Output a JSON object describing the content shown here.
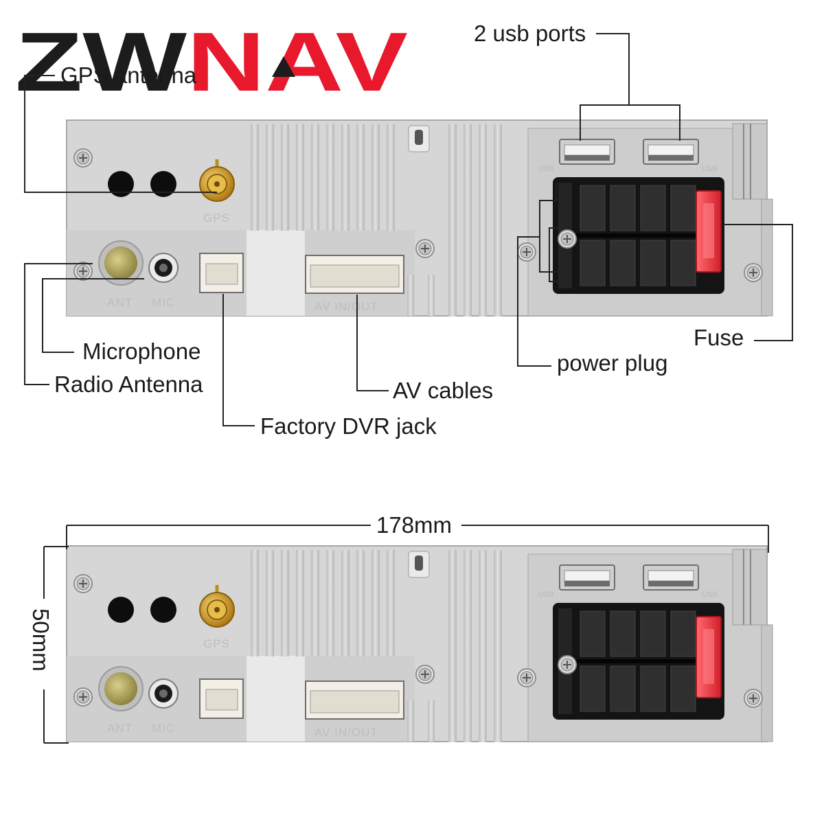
{
  "brand": {
    "part1": "ZW",
    "part2": "NAV",
    "part1_color": "#1c1c1c",
    "part2_color": "#e8192c"
  },
  "callouts": {
    "gps": "GPS antenna",
    "usb": "2 usb ports",
    "microphone": "Microphone",
    "radio": "Radio Antenna",
    "av": "AV cables",
    "dvr": "Factory DVR jack",
    "power": "power plug",
    "fuse": "Fuse"
  },
  "dimensions": {
    "width": "178mm",
    "height": "50mm"
  },
  "panel_markings": {
    "gps": "GPS",
    "ant": "ANT",
    "mic": "MIC",
    "av": "AV  IN/OUT",
    "usb_left": "USB",
    "usb_right": "USB"
  },
  "colors": {
    "panel": "#d8d8d8",
    "fuse": "#e8303a",
    "connector": "#111111",
    "gps_connector": "#d9a82a"
  }
}
